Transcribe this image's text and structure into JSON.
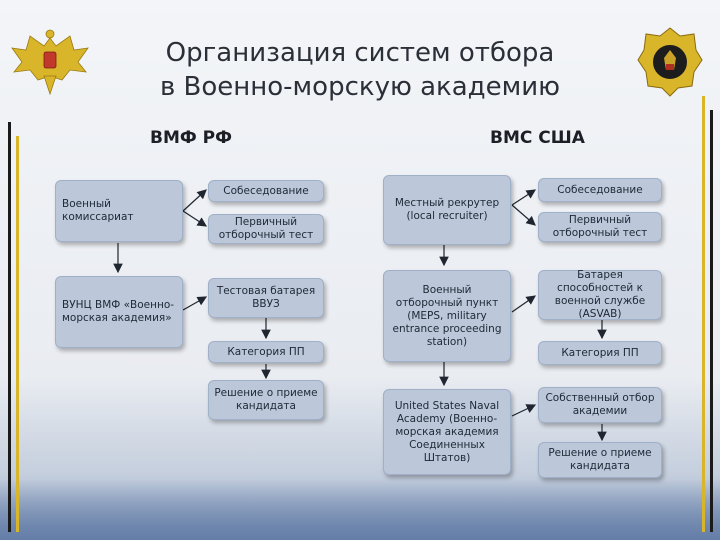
{
  "title_line1": "Организация систем отбора",
  "title_line2": "в Военно-морскую академию",
  "left": {
    "heading": "ВМФ РФ",
    "box_commissariat": "Военный комиссариат",
    "box_interview": "Собеседование",
    "box_primary_test": "Первичный отборочный тест",
    "box_academy": "ВУНЦ ВМФ «Военно-морская академия»",
    "box_test_battery": "Тестовая батарея ВВУЗ",
    "box_category": "Категория ПП",
    "box_decision": "Решение о приеме кандидата"
  },
  "right": {
    "heading": "ВМС США",
    "box_recruiter": "Местный рекрутер (local recruiter)",
    "box_interview": "Собеседование",
    "box_primary_test": "Первичный отборочный тест",
    "box_meps": "Военный отборочный пункт (MEPS, military entrance proceeding station)",
    "box_asvab": "Батарея способностей к военной службе (ASVAB)",
    "box_category": "Категория ПП",
    "box_usna": "United States Naval Academy (Военно-морская академия Соединенных Штатов)",
    "box_own_selection": "Собственный отбор академии",
    "box_decision": "Решение о приеме кандидата"
  },
  "colors": {
    "box_fill": "#bcc8d9",
    "box_border": "#9fb0c8",
    "arrow": "#1f2630",
    "accent_gold": "#d9b52a",
    "accent_dark": "#1a1a1a"
  },
  "icons": [
    "double-headed-eagle-emblem",
    "naval-academy-shield-emblem"
  ]
}
